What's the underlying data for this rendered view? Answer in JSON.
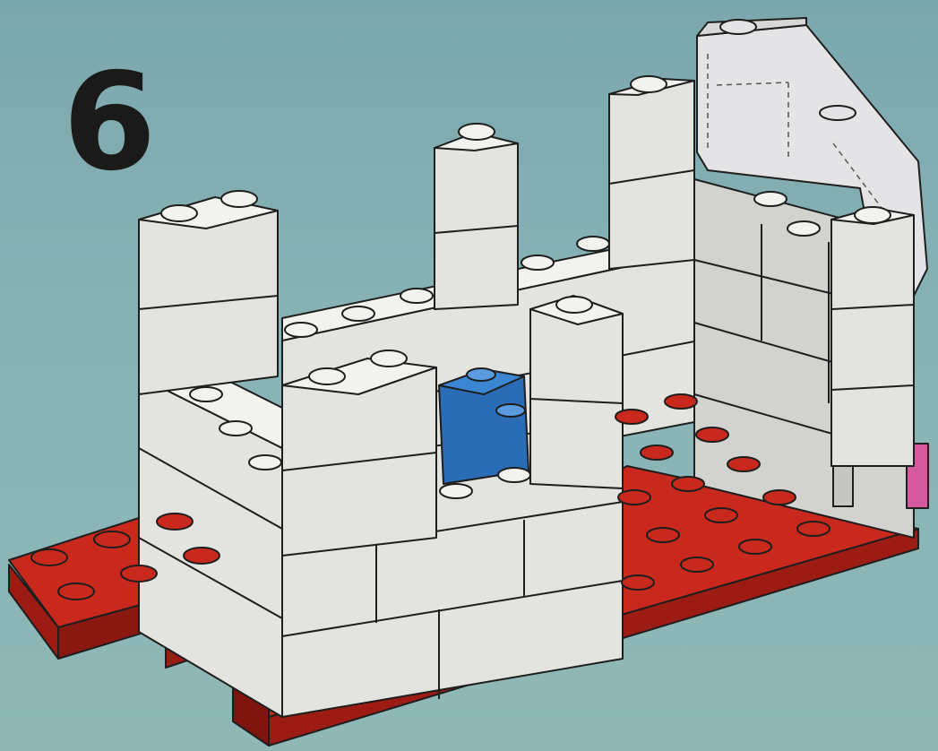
{
  "step": {
    "number": "6"
  },
  "colors": {
    "background": "#82adb1",
    "brick_white_top": "#f2f2ef",
    "brick_white_side": "#e3e3df",
    "brick_white_shade": "#d2d2ce",
    "plate_red_top": "#c8291c",
    "plate_red_side": "#9c1b12",
    "brick_blue": "#2f76c4",
    "window_clear": "#e4e4e6",
    "hinge_pink": "#d45aa0",
    "outline": "#1e1e1e"
  },
  "parts": [
    {
      "name": "red-baseplate",
      "color": "red"
    },
    {
      "name": "red-side-plate",
      "color": "red"
    },
    {
      "name": "white-wall-bricks",
      "color": "white"
    },
    {
      "name": "blue-tile-with-studs",
      "color": "blue"
    },
    {
      "name": "clear-window-panel",
      "color": "clear"
    },
    {
      "name": "pink-hinge",
      "color": "pink"
    }
  ]
}
